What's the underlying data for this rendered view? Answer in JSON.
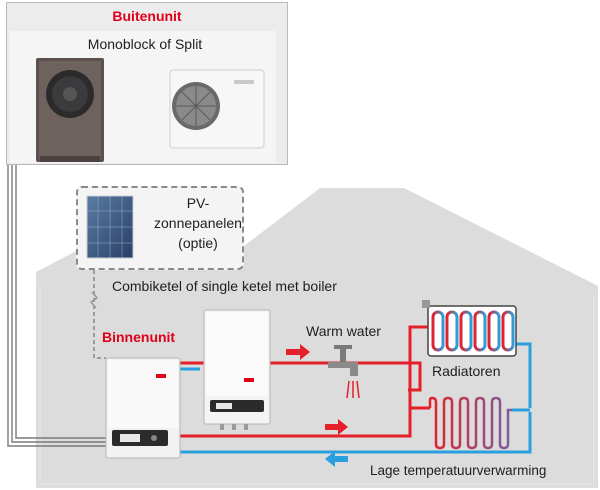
{
  "outdoor": {
    "title": "Buitenunit",
    "subtitle": "Monoblock of Split"
  },
  "pv": {
    "line1": "PV-",
    "line2": "zonnepanelen",
    "line3": "(optie)"
  },
  "combi_label": "Combiketel of single ketel met boiler",
  "indoor_title": "Binnenunit",
  "warm_water_label": "Warm water",
  "radiators_label": "Radiatoren",
  "lowtemp_label": "Lage temperatuurverwarming",
  "colors": {
    "brand_red": "#e1001a",
    "supply_red": "#e4202a",
    "return_blue": "#2a9fe0",
    "house_gray": "#dcdcdc",
    "cable_gray": "#7a7a7a"
  }
}
